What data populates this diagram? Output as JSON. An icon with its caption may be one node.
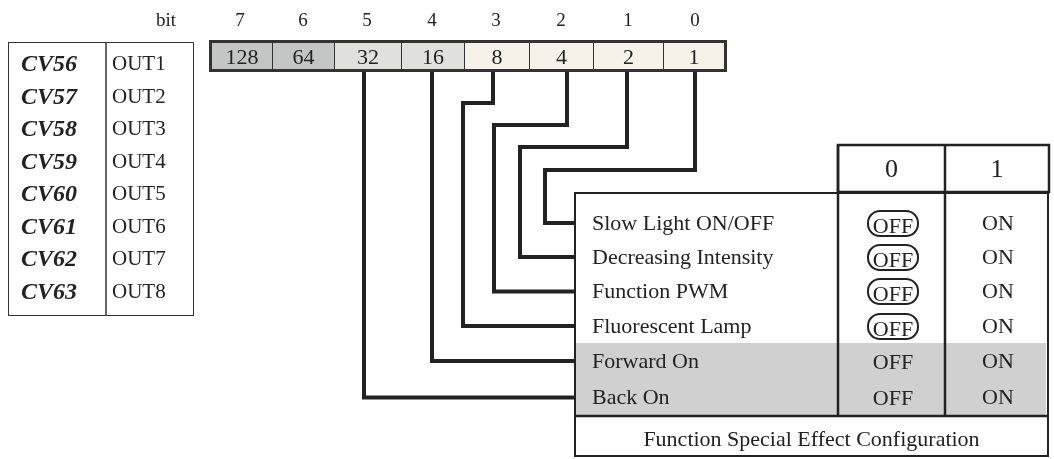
{
  "diagram": {
    "nodes": [
      {
        "text": [
          "128"
        ]
      },
      {
        "text": [
          "64"
        ]
      },
      {
        "text": [
          "32"
        ]
      },
      {
        "text": [
          "16"
        ]
      },
      {
        "text": [
          "8"
        ]
      },
      {
        "text": [
          "4"
        ]
      },
      {
        "text": [
          "2"
        ]
      },
      {
        "text": [
          "1"
        ]
      },
      {
        "text": [
          "Function Special Effect Configuration"
        ]
      },
      {
        "text": [
          "Slow Light ON/OFF",
          "OFF",
          "ON"
        ],
        "in": 8
      },
      {
        "text": [
          "Decreasing Intensity",
          "OFF",
          "ON"
        ],
        "in": 8
      },
      {
        "text": [
          "Function PWM",
          "OFF",
          "ON"
        ],
        "in": 8
      },
      {
        "text": [
          "Fluorescent Lamp",
          "OFF",
          "ON"
        ],
        "in": 8
      },
      {
        "text": [
          "Forward On",
          "OFF",
          "ON"
        ],
        "in": 8
      },
      {
        "text": [
          "Back On",
          "OFF",
          "ON"
        ],
        "in": 8
      }
    ],
    "edges": [
      {
        "from": 7,
        "to": 9,
        "arrow": "none"
      },
      {
        "from": 6,
        "to": 10,
        "arrow": "none"
      },
      {
        "from": 5,
        "to": 11,
        "arrow": "none"
      },
      {
        "from": 4,
        "to": 12,
        "arrow": "none"
      },
      {
        "from": 3,
        "to": 13,
        "arrow": "none"
      },
      {
        "from": 2,
        "to": 14,
        "arrow": "none"
      }
    ],
    "labels": [
      "bit",
      "7",
      "6",
      "5",
      "4",
      "3",
      "2",
      "1",
      "0",
      "CV56",
      "OUT1",
      "CV57",
      "OUT2",
      "CV58",
      "OUT3",
      "CV59",
      "OUT4",
      "CV60",
      "OUT5",
      "CV61",
      "OUT6",
      "CV62",
      "OUT7",
      "CV63",
      "OUT8",
      "0",
      "1"
    ]
  }
}
